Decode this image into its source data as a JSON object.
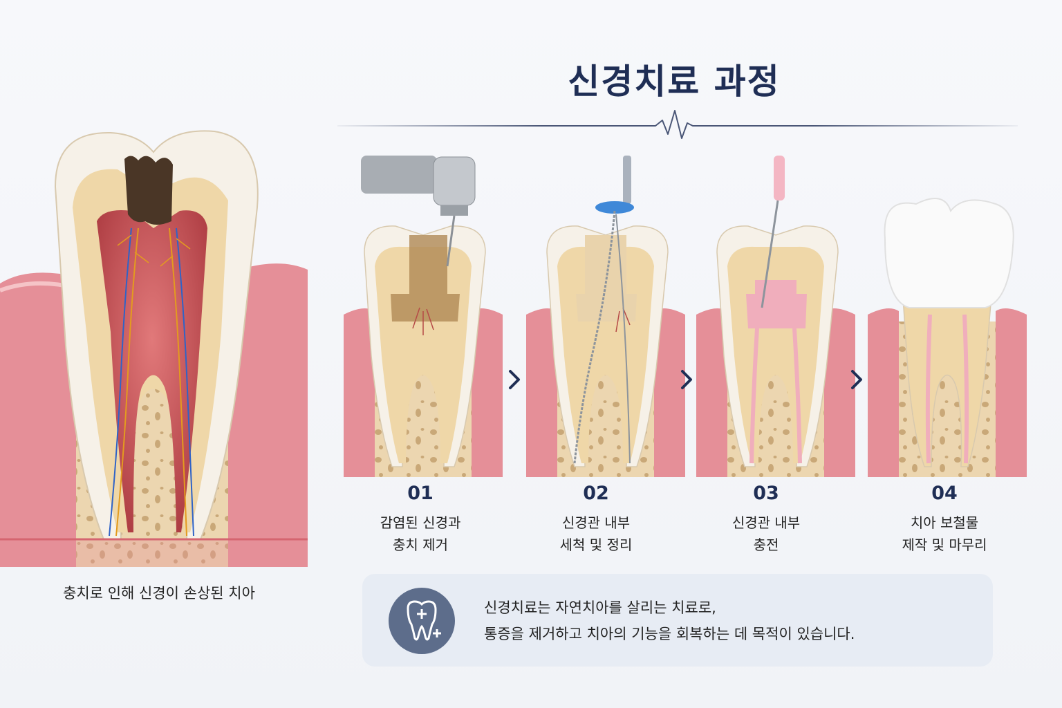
{
  "title": "신경치료 과정",
  "hero": {
    "caption": "충치로 인해 신경이 손상된 치아"
  },
  "steps": [
    {
      "num": "01",
      "line1": "감염된 신경과",
      "line2": "충치 제거",
      "tool": "drill"
    },
    {
      "num": "02",
      "line1": "신경관 내부",
      "line2": "세척 및 정리",
      "tool": "file"
    },
    {
      "num": "03",
      "line1": "신경관 내부",
      "line2": "충전",
      "tool": "filler"
    },
    {
      "num": "04",
      "line1": "치아 보철물",
      "line2": "제작 및 마무리",
      "tool": "crown"
    }
  ],
  "info": {
    "line1": "신경치료는 자연치아를 살리는 치료로,",
    "line2": "통증을 제거하고 치아의 기능을 회복하는 데 목적이 있습니다.",
    "icon": "tooth-plus-icon"
  },
  "colors": {
    "navy": "#1f2e55",
    "gum": "#e58f98",
    "bone": "#ecd6b0",
    "enamel": "#fbfbf9",
    "dentin": "#efd7a8",
    "pulp": "#c24b50",
    "decay": "#4a3626",
    "filling": "#f0aebc",
    "info_bg": "#e7ecf4",
    "icon_bg": "#5d6d8b"
  }
}
